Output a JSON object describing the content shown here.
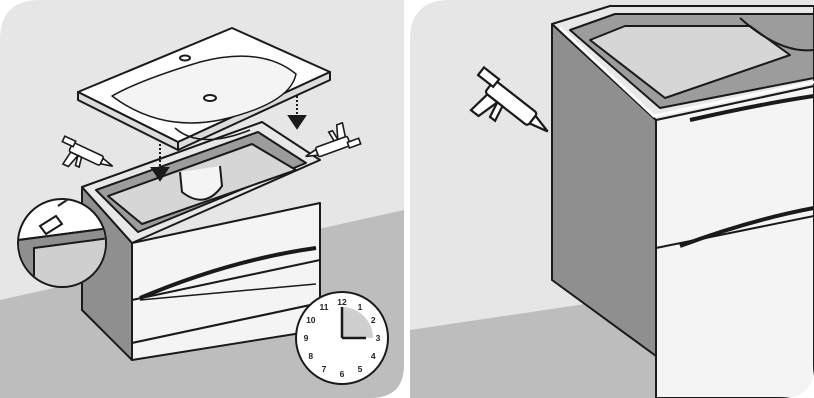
{
  "colors": {
    "background": "#ffffff",
    "wall": "#e6e6e6",
    "floor": "#bdbdbd",
    "cabinet_side": "#8f8f8f",
    "cabinet_front": "#f4f4f4",
    "outline": "#1a1a1a",
    "basin": "#ffffff"
  },
  "icons": {
    "left_panel": [
      "basin-icon",
      "cabinet-icon",
      "silicone-gun-icon",
      "down-arrow-icon",
      "magnifier-detail-icon",
      "clock-icon"
    ],
    "right_panel": [
      "cabinet-icon",
      "silicone-gun-icon"
    ]
  },
  "clock": {
    "numbers": [
      "12",
      "1",
      "2",
      "3",
      "4",
      "5",
      "6",
      "7",
      "8",
      "9",
      "10",
      "11"
    ],
    "shaded_fraction": 0.25
  }
}
